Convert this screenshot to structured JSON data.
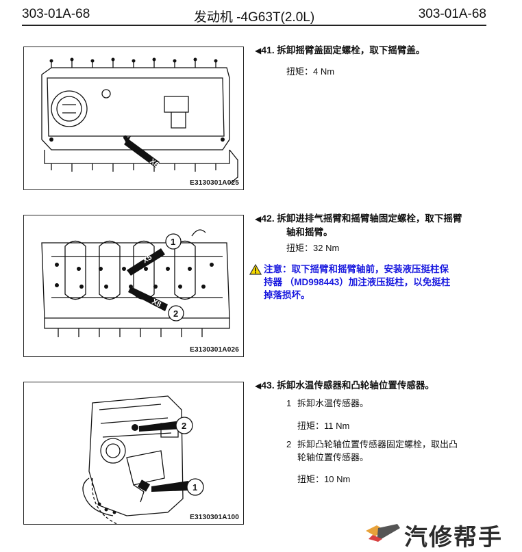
{
  "header": {
    "left": "303-01A-68",
    "center": "发动机 -4G63T(2.0L)",
    "right": "303-01A-68"
  },
  "figures": [
    {
      "code": "E3130301A025",
      "callout": "X6"
    },
    {
      "code": "E3130301A026",
      "callout_a": "X5",
      "callout_b": "X8",
      "label_a": "1",
      "label_b": "2"
    },
    {
      "code": "E3130301A100",
      "label_a": "2",
      "label_b": "1"
    }
  ],
  "steps": [
    {
      "marker": "◀",
      "number": "41",
      "title": ". 拆卸摇臂盖固定螺栓，取下摇臂盖。",
      "torque": "扭矩：4 Nm"
    },
    {
      "marker": "◀",
      "number": "42",
      "title_line1": ". 拆卸进排气摇臂和摇臂轴固定螺栓，取下摇臂",
      "title_line2": "轴和摇臂。",
      "torque": "扭矩：32 Nm",
      "caution_line1": "注意：取下摇臂和摇臂轴前，安装液压挺柱保",
      "caution_line2": "持器 （MD998443）加注液压挺柱，以免挺柱",
      "caution_line3": "掉落损坏。"
    },
    {
      "marker": "◀",
      "number": "43",
      "title": ". 拆卸水温传感器和凸轮轴位置传感器。",
      "sub": [
        {
          "n": "1",
          "line1": "拆卸水温传感器。",
          "line2": "",
          "torque": "扭矩：11 Nm"
        },
        {
          "n": "2",
          "line1": "拆卸凸轮轴位置传感器固定螺栓，取出凸",
          "line2": "轮轴位置传感器。",
          "torque": "扭矩：10 Nm"
        }
      ]
    }
  ],
  "watermark": {
    "text": "汽修帮手"
  }
}
